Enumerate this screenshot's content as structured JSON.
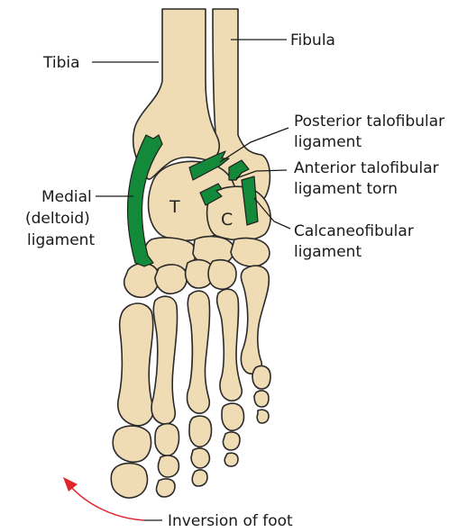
{
  "labels": {
    "tibia": "Tibia",
    "fibula": "Fibula",
    "posterior_talofibular_line1": "Posterior talofibular",
    "posterior_talofibular_line2": "ligament",
    "anterior_talofibular_line1": "Anterior talofibular",
    "anterior_talofibular_line2": "ligament torn",
    "calcaneofibular_line1": "Calcaneofibular",
    "calcaneofibular_line2": "ligament",
    "medial_line1": "Medial",
    "medial_line2": "(deltoid)",
    "medial_line3": "ligament",
    "talus_letter": "T",
    "calcaneus_letter": "C",
    "inversion": "Inversion of foot"
  },
  "colors": {
    "bone_fill": "#f0dcb4",
    "ligament_green": "#138a3a",
    "arrow_red": "#e0242a"
  }
}
